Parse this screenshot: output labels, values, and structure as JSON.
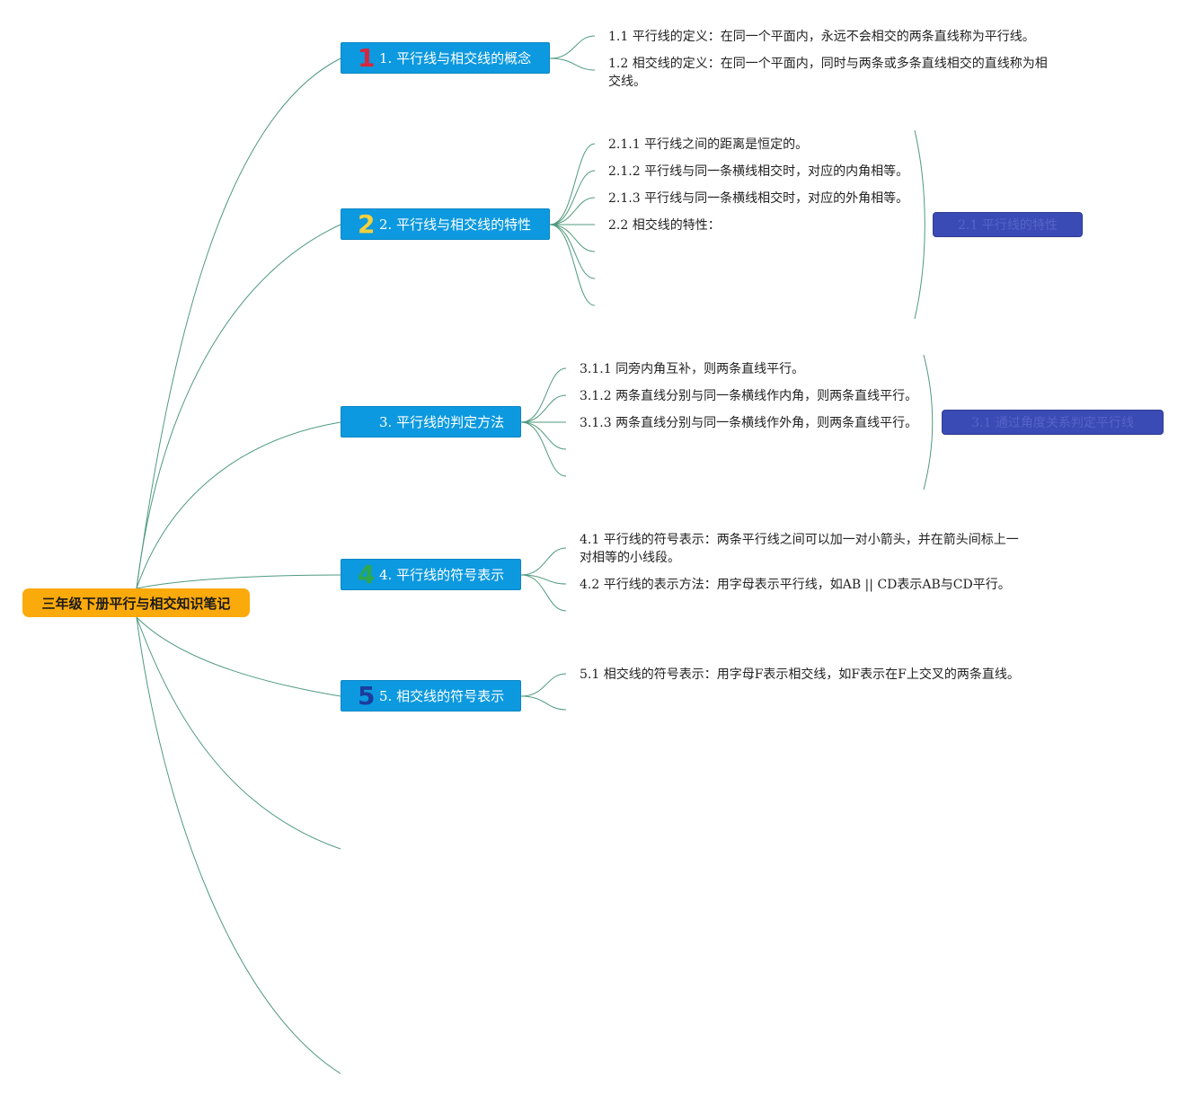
{
  "root": {
    "title": "三年级下册平行与相交知识笔记"
  },
  "branches": [
    {
      "number": "1",
      "label": "1. 平行线与相交线的概念",
      "color": "#d7263d",
      "leaves": [
        "1.1 平行线的定义：在同一个平面内，永远不会相交的两条直线称为平行线。",
        "1.2 相交线的定义：在同一个平面内，同时与两条或多条直线相交的直线称为相交线。"
      ]
    },
    {
      "number": "2",
      "label": "2. 平行线与相交线的特性",
      "color": "#f2d13c",
      "leaves": [
        "2.1.1 平行线之间的距离是恒定的。",
        "2.1.2 平行线与同一条横线相交时，对应的内角相等。",
        "2.1.3 平行线与同一条横线相交时，对应的外角相等。",
        "2.2 相交线的特性："
      ],
      "summary": "2.1 平行线的特性"
    },
    {
      "number": "",
      "label": "3. 平行线的判定方法",
      "color": "#ffffff",
      "leaves": [
        "3.1.1 同旁内角互补，则两条直线平行。",
        "3.1.2 两条直线分别与同一条横线作内角，则两条直线平行。",
        "3.1.3 两条直线分别与同一条横线作外角，则两条直线平行。"
      ],
      "summary": "3.1 通过角度关系判定平行线"
    },
    {
      "number": "4",
      "label": "4. 平行线的符号表示",
      "color": "#2ea84a",
      "leaves": [
        "4.1 平行线的符号表示：两条平行线之间可以加一对小箭头，并在箭头间标上一对相等的小线段。",
        "4.2 平行线的表示方法：用字母表示平行线，如AB || CD表示AB与CD平行。"
      ]
    },
    {
      "number": "5",
      "label": "5. 相交线的符号表示",
      "color": "#1b3c9c",
      "leaves": [
        "5.1 相交线的符号表示：用字母F表示相交线，如F表示在F上交叉的两条直线。"
      ]
    }
  ]
}
